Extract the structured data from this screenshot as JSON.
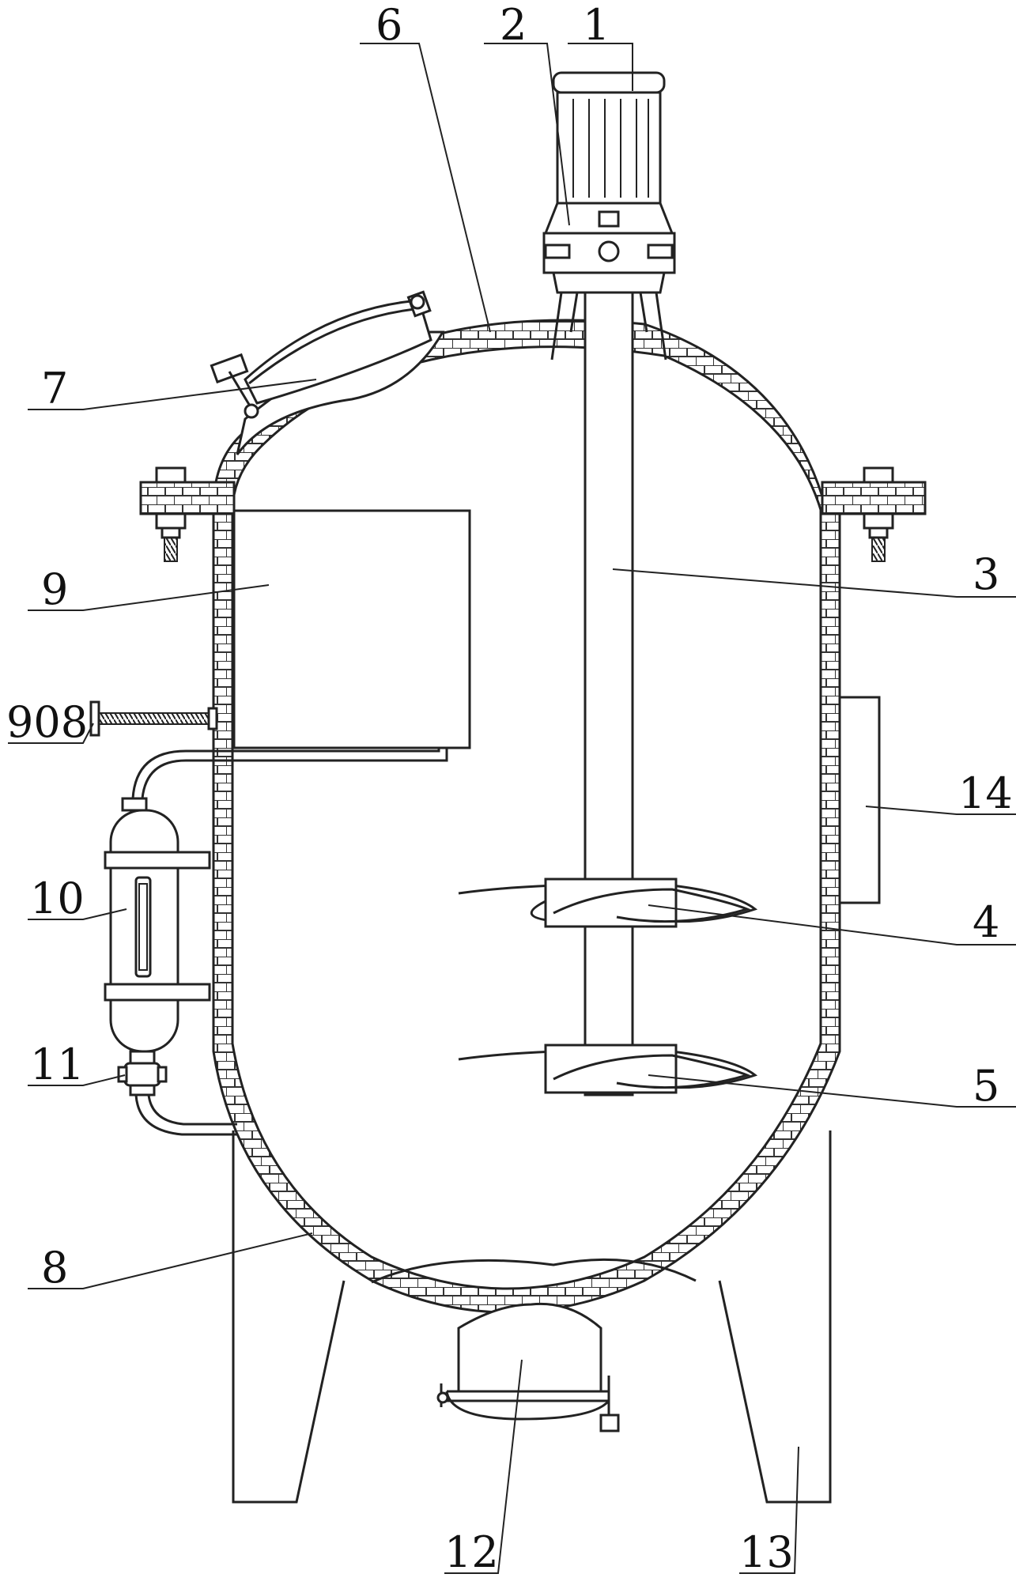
{
  "diagram": {
    "labels": [
      {
        "id": "1",
        "text": "1"
      },
      {
        "id": "2",
        "text": "2"
      },
      {
        "id": "3",
        "text": "3"
      },
      {
        "id": "4",
        "text": "4"
      },
      {
        "id": "5",
        "text": "5"
      },
      {
        "id": "6",
        "text": "6"
      },
      {
        "id": "7",
        "text": "7"
      },
      {
        "id": "8",
        "text": "8"
      },
      {
        "id": "9",
        "text": "9"
      },
      {
        "id": "908",
        "text": "908"
      },
      {
        "id": "10",
        "text": "10"
      },
      {
        "id": "11",
        "text": "11"
      },
      {
        "id": "12",
        "text": "12"
      },
      {
        "id": "13",
        "text": "13"
      },
      {
        "id": "14",
        "text": "14"
      }
    ]
  }
}
